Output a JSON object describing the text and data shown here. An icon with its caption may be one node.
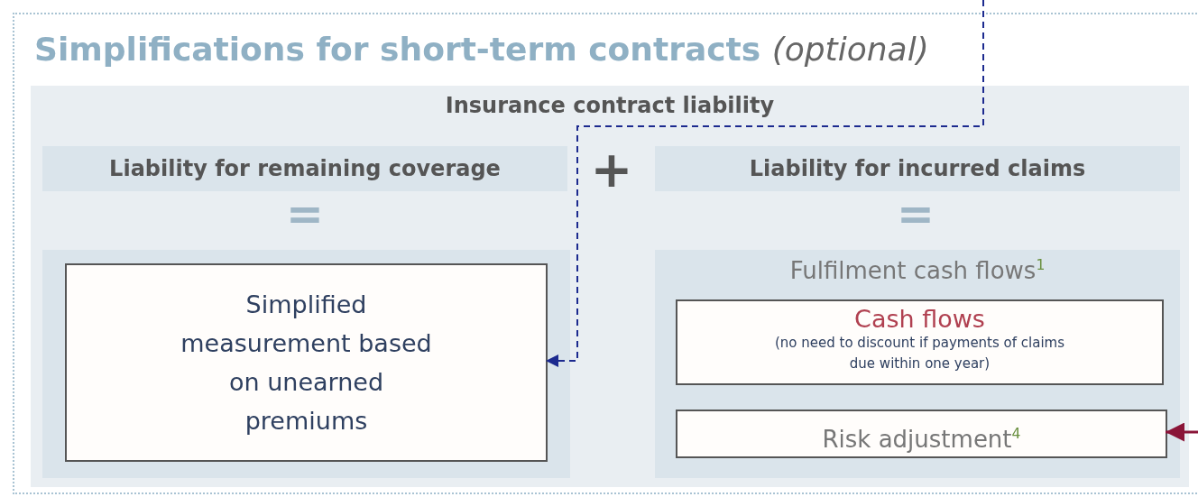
{
  "diagram": {
    "nodes": [
      {
        "text": [
          "Simplifications for short-term contracts *(optional)*"
        ]
      },
      {
        "text": [
          "Insurance contract liability"
        ],
        "in": 0
      },
      {
        "text": [
          "Liability for remaining coverage"
        ],
        "in": 1
      },
      {
        "text": [
          "Liability for incurred claims"
        ],
        "in": 1
      },
      {
        "text": [],
        "shape": "box",
        "in": 1
      },
      {
        "text": [
          "Simplified measurement based on unearned premiums"
        ],
        "in": 4
      },
      {
        "text": [
          "Fulfilment cash flows$^{1}$"
        ],
        "in": 1
      },
      {
        "text": [
          "Cash flows",
          "(no need to discount if payments of claims due within one year)"
        ],
        "in": 6
      },
      {
        "text": [
          "Risk adjustment$^{4}$"
        ],
        "in": 6
      }
    ],
    "edges": [
      {
        "from": null,
        "to": 5,
        "arrow": "to",
        "style": "dashed",
        "color": "#1c2a8f"
      },
      {
        "from": null,
        "to": 8,
        "arrow": "to",
        "color": "#8a1538"
      }
    ],
    "labels": [
      "+",
      "=",
      "="
    ]
  }
}
